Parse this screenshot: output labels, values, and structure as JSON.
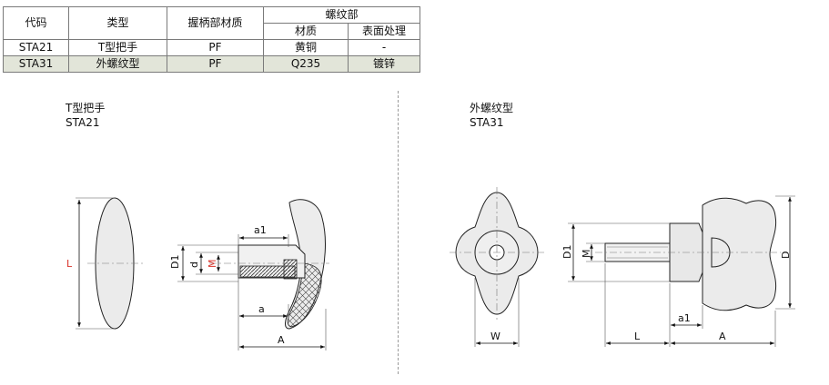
{
  "table": {
    "headers": {
      "code": "代码",
      "type": "类型",
      "handle_material": "握柄部材质",
      "thread": "螺纹部",
      "thread_material": "材质",
      "surface_treatment": "表面处理"
    },
    "rows": [
      {
        "code": "STA21",
        "type": "T型把手",
        "handle_material": "PF",
        "thread_material": "黄铜",
        "surface_treatment": "-"
      },
      {
        "code": "STA31",
        "type": "外螺纹型",
        "handle_material": "PF",
        "thread_material": "Q235",
        "surface_treatment": "镀锌"
      }
    ]
  },
  "left_drawing": {
    "title": "T型把手",
    "code": "STA21",
    "dims": {
      "L": "L",
      "D1": "D1",
      "d": "d",
      "M": "M",
      "a1": "a1",
      "a": "a",
      "A": "A"
    }
  },
  "right_drawing": {
    "title": "外螺纹型",
    "code": "STA31",
    "dims": {
      "W": "W",
      "D1": "D1",
      "M": "M",
      "D": "D",
      "L": "L",
      "a1": "a1",
      "A": "A"
    }
  },
  "colors": {
    "table_shade": "#e2e5d9",
    "highlight_dim": "#d9342b"
  }
}
